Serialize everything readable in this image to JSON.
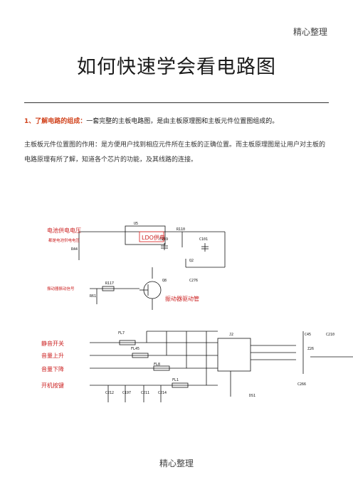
{
  "header": {
    "text": "精心整理"
  },
  "title": "如何快速学会看电路图",
  "intro": {
    "heading": "1、了解电路的组成：",
    "sentence": "一套完整的主板电路图，是由主板原理图和主板元件位置图组成的。"
  },
  "paragraph": "主板板元件位置图的作用：是方便用户找到相应元件所在主板的正确位置。而主板原理图是让用户对主板的电路原理有所了解，知道各个芯片的功能，及其线路的连接。",
  "schematic": {
    "annotations": {
      "battery": "电池供电电压",
      "battery_sub": "都是电池供电电压",
      "ldo": "LDO供电",
      "vibrator_signal": "振动器振动信号",
      "vibrator_drive": "振动器驱动管",
      "mute": "静音开关",
      "vol_up": "音量上升",
      "vol_down": "音量下降",
      "power_key": "开机按键"
    },
    "parts": {
      "u5": "U5",
      "r110": "R110",
      "c259": "C259",
      "c101": "C101",
      "r44": "R44",
      "q2": "Q2",
      "c276": "C276",
      "r117": "R117",
      "r61": "R61",
      "q8": "Q8",
      "fl7": "FL7",
      "fl45": "FL45",
      "fl8": "FL8",
      "fl1": "FL1",
      "j2": "J2",
      "c45": "C45",
      "c210": "C210",
      "z26": "Z26",
      "c212": "C212",
      "c197": "C197",
      "c211": "C211",
      "c214": "C214",
      "ds1": "DS1",
      "c266": "C266"
    }
  },
  "footer": {
    "text": "精心整理"
  }
}
